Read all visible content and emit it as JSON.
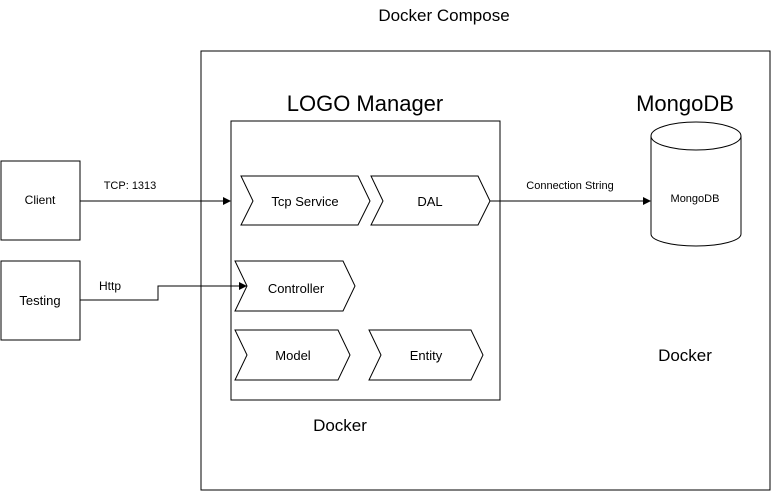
{
  "title": "Docker Compose",
  "manager": {
    "title": "LOGO  Manager",
    "docker_label": "Docker",
    "components": {
      "tcp_service": "Tcp Service",
      "dal": "DAL",
      "controller": "Controller",
      "model": "Model",
      "entity": "Entity"
    }
  },
  "mongo": {
    "title": "MongoDB",
    "cylinder_label": "MongoDB",
    "docker_label": "Docker"
  },
  "client": {
    "label": "Client",
    "edge_label": "TCP: 1313"
  },
  "testing": {
    "label": "Testing",
    "edge_label": "Http"
  },
  "connection": {
    "label": "Connection String"
  }
}
